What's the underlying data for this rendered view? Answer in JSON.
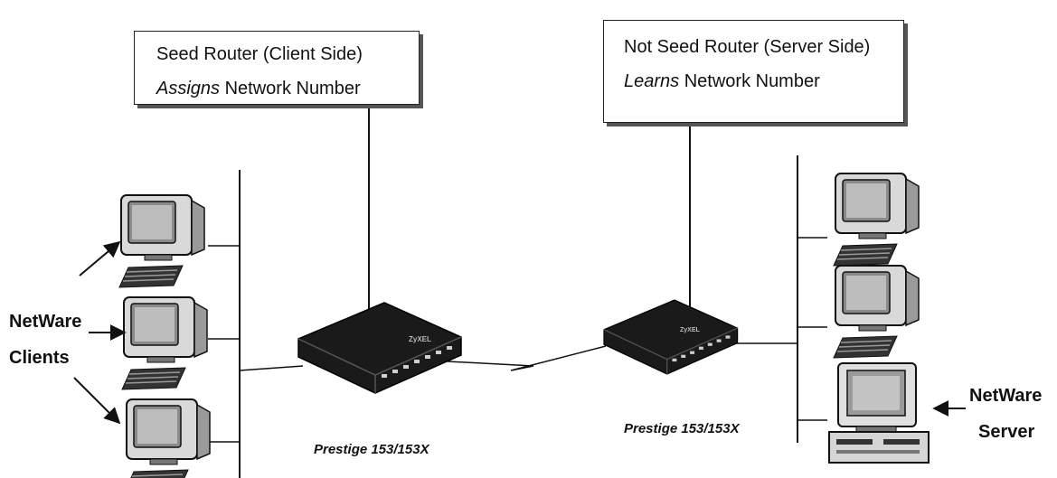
{
  "callouts": {
    "left": {
      "line1": "Seed Router (Client Side)",
      "line2_em": "Assigns",
      "line2_rest": " Network Number"
    },
    "right": {
      "line1": "Not Seed Router (Server Side)",
      "line2_em": "Learns",
      "line2_rest": " Network Number"
    }
  },
  "labels": {
    "clients_line1": "NetWare",
    "clients_line2": "Clients",
    "server_line1": "NetWare",
    "server_line2": "Server"
  },
  "routers": {
    "left_caption": "Prestige 153/153X",
    "right_caption": "Prestige 153/153X",
    "brand_mark": "ZyXEL"
  },
  "icons": [
    "monitor-icon",
    "keyboard-icon",
    "router-icon",
    "server-icon",
    "arrow-icon"
  ]
}
